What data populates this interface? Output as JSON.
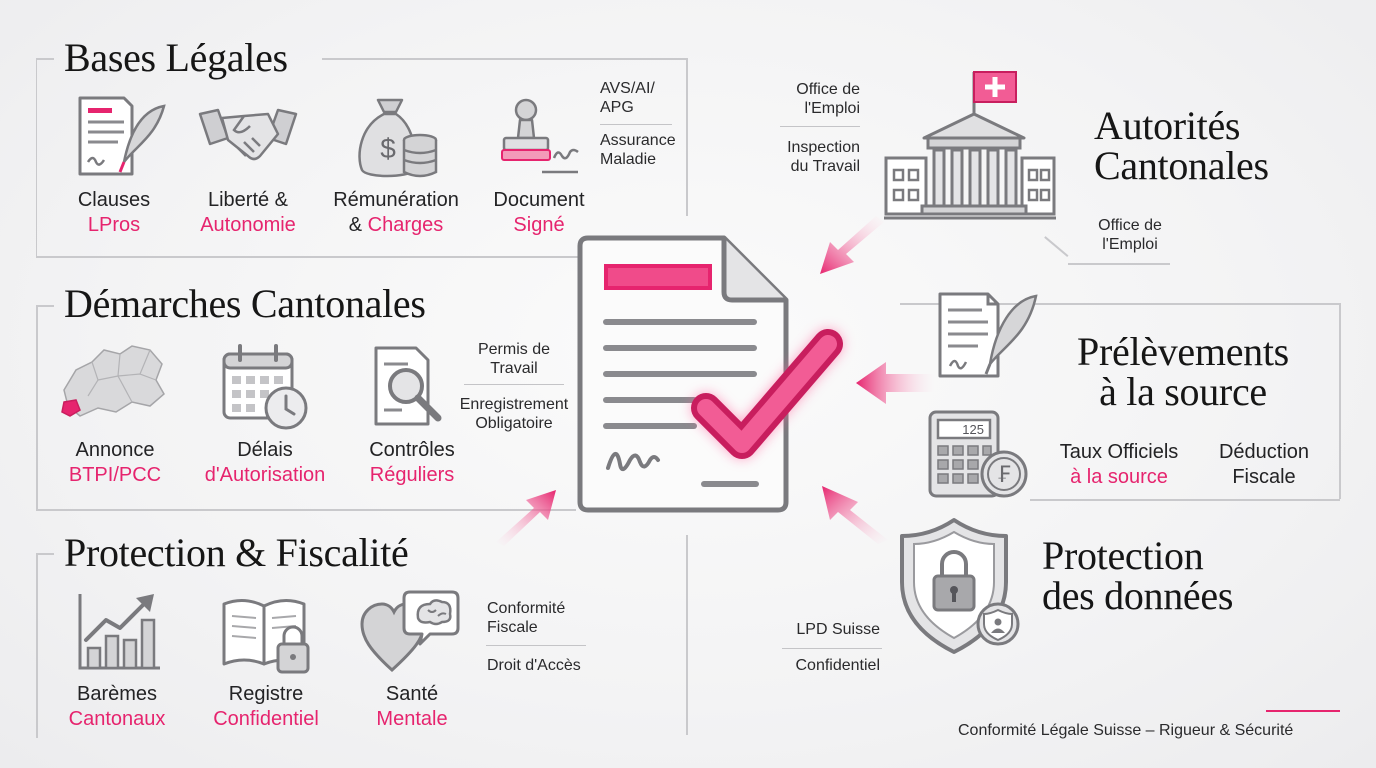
{
  "colors": {
    "accent": "#e6246e",
    "icon_gray": "#7a7a7e",
    "frame": "#c9c9cc"
  },
  "bases": {
    "title": "Bases Légales",
    "items": [
      {
        "line1": "Clauses",
        "line2": "LPros",
        "icon": "contract-quill-icon"
      },
      {
        "line1": "Liberté &",
        "line2": "Autonomie",
        "icon": "handshake-icon"
      },
      {
        "line1": "Rémunération",
        "line2": "& ",
        "line2_pink": "Charges",
        "icon": "money-bag-coins-icon"
      },
      {
        "line1": "Document",
        "line2": "Signé",
        "icon": "stamp-icon"
      }
    ],
    "notes": [
      "AVS/AI/\nAPG",
      "Assurance\nMaladie"
    ]
  },
  "demarches": {
    "title": "Démarches Cantonales",
    "items": [
      {
        "line1": "Annonce",
        "line2": "BTPI/PCC",
        "icon": "swiss-map-icon"
      },
      {
        "line1": "Délais",
        "line2": "d'Autorisation",
        "icon": "calendar-clock-icon"
      },
      {
        "line1": "Contrôles",
        "line2": "Réguliers",
        "icon": "document-magnifier-icon"
      }
    ],
    "notes": [
      "Permis de\nTravail",
      "Enregistrement\nObligatoire"
    ]
  },
  "protection_fisc": {
    "title": "Protection & Fiscalité",
    "items": [
      {
        "line1": "Barèmes",
        "line2": "Cantonaux",
        "icon": "growth-chart-icon"
      },
      {
        "line1": "Registre",
        "line2": "Confidentiel",
        "icon": "locked-book-icon"
      },
      {
        "line1": "Santé",
        "line2": "Mentale",
        "icon": "heart-brain-icon"
      }
    ],
    "notes": [
      "Conformité\nFiscale",
      "Droit d'Accès"
    ]
  },
  "autorites": {
    "title_l1": "Autorités",
    "title_l2": "Cantonales",
    "notes": [
      "Office de\nl'Emploi",
      "Inspection\ndu Travail",
      "Office de\nl'Emploi"
    ],
    "icon": "government-building-swiss-flag-icon"
  },
  "prelevements": {
    "title_l1": "Prélèvements",
    "title_l2": "à la source",
    "items": [
      {
        "line1": "Taux Officiels",
        "line2": "à la source"
      },
      {
        "line1": "Déduction",
        "line2": "Fiscale"
      }
    ],
    "calc_display": "125",
    "calc_coin": "₣"
  },
  "donnees": {
    "title_l1": "Protection",
    "title_l2": "des données",
    "notes": [
      "LPD Suisse",
      "Confidentiel"
    ],
    "icon": "shield-lock-icon"
  },
  "footer": "Conformité Légale Suisse – Rigueur & Sécurité"
}
